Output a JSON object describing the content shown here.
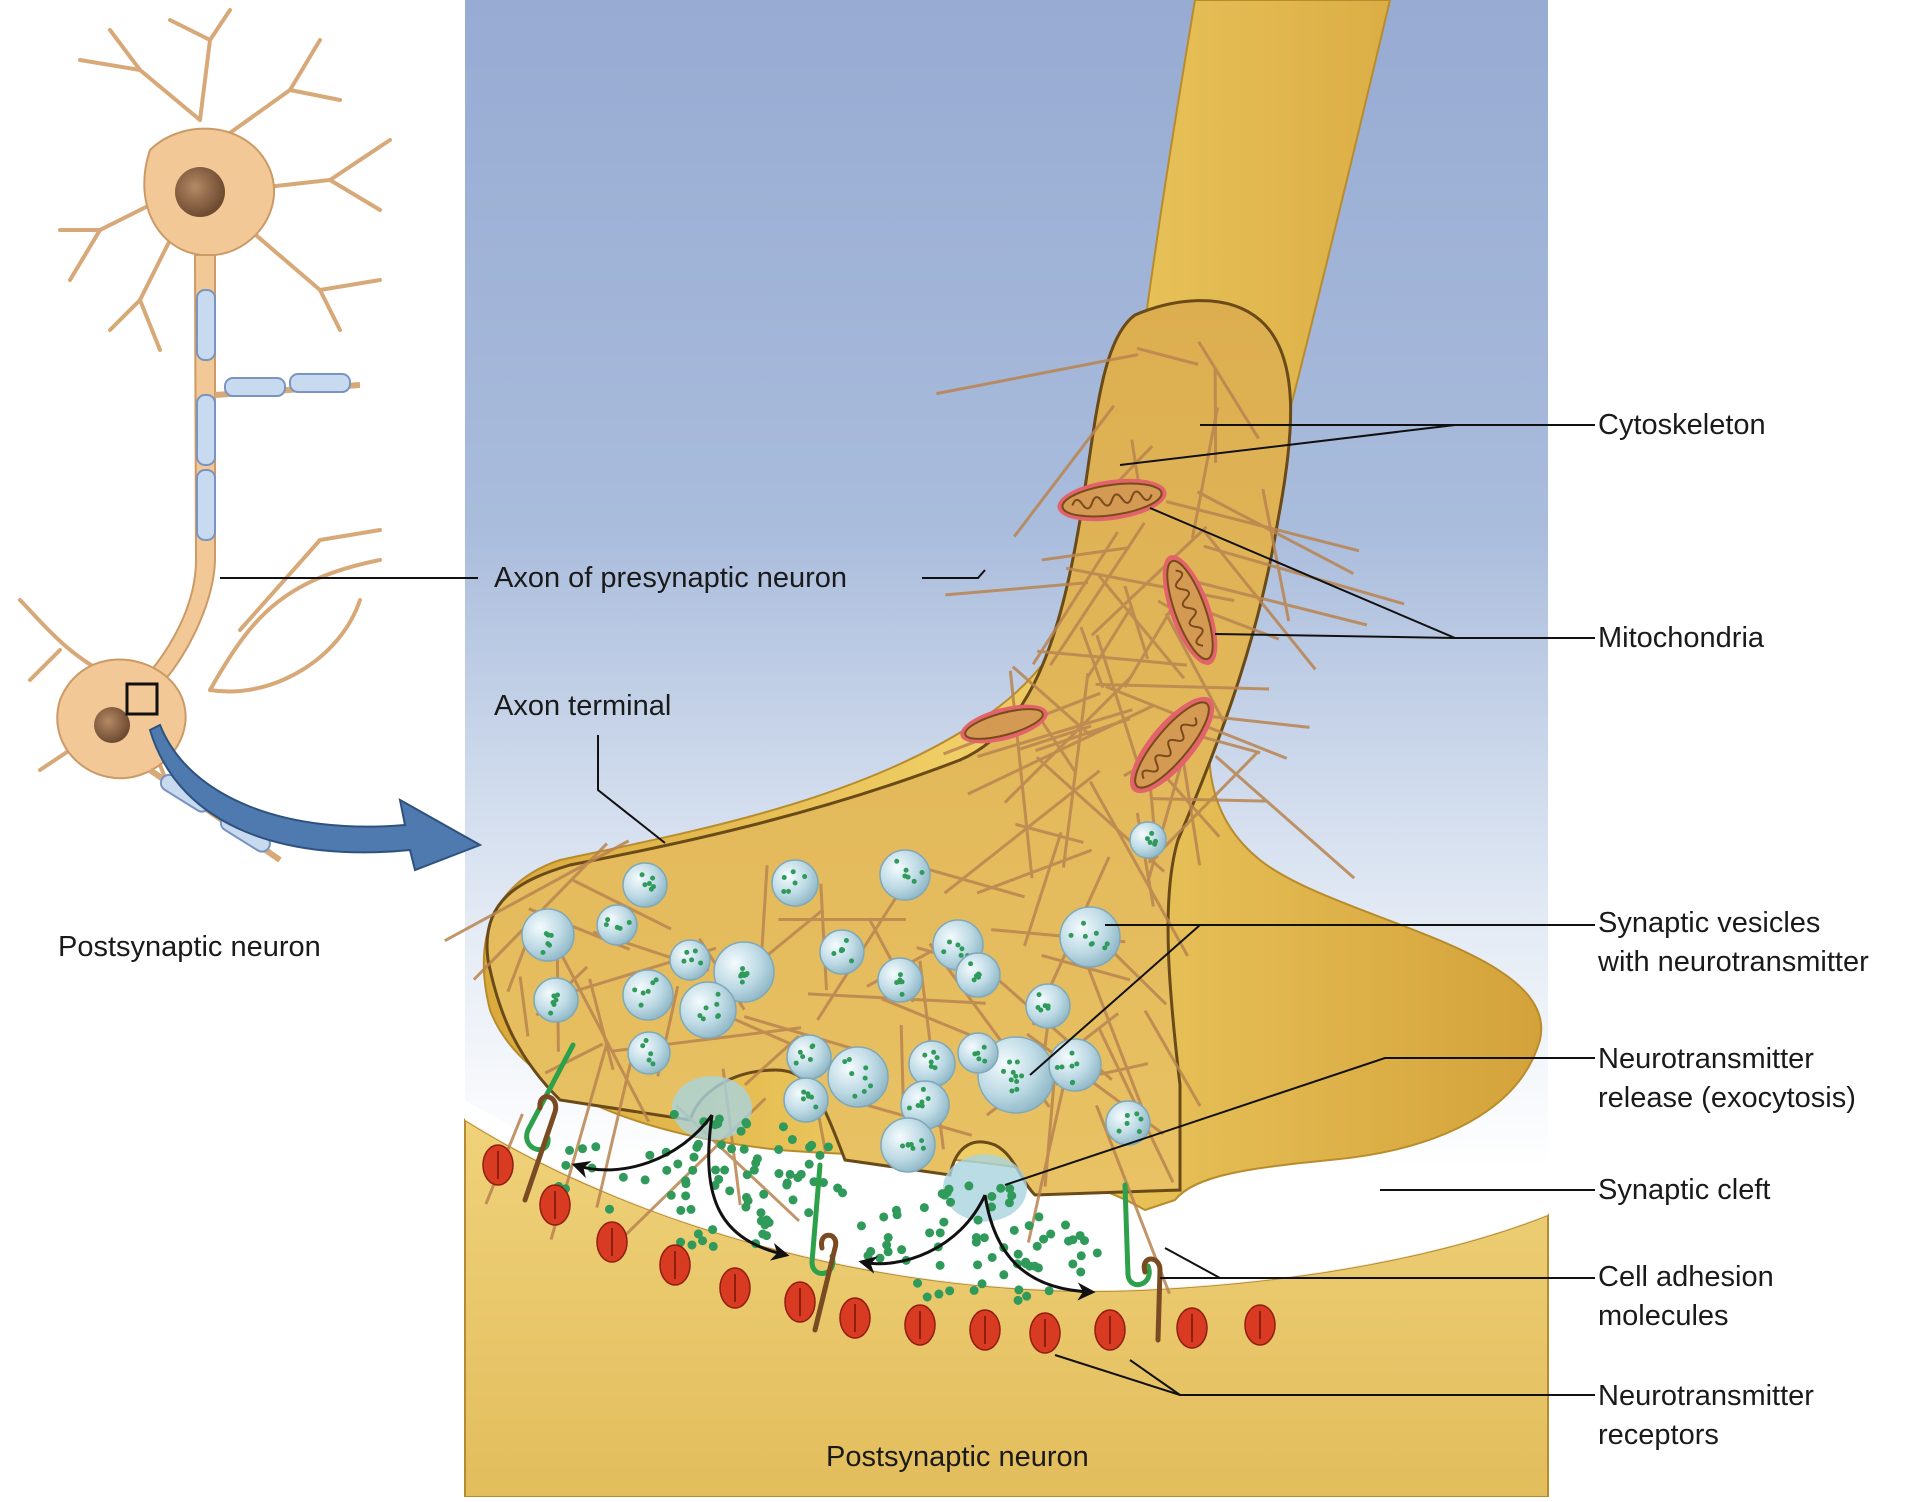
{
  "labels": {
    "cytoskeleton": "Cytoskeleton",
    "mitochondria": "Mitochondria",
    "axon_presynaptic": "Axon of presynaptic neuron",
    "axon_terminal": "Axon terminal",
    "postsynaptic_left": "Postsynaptic neuron",
    "vesicles_line1": "Synaptic vesicles",
    "vesicles_line2": "with neurotransmitter",
    "release_line1": "Neurotransmitter",
    "release_line2": "release (exocytosis)",
    "synaptic_cleft": "Synaptic cleft",
    "adhesion_line1": "Cell adhesion",
    "adhesion_line2": "molecules",
    "receptors_line1": "Neurotransmitter",
    "receptors_line2": "receptors",
    "postsynaptic_bottom": "Postsynaptic neuron"
  },
  "colors": {
    "sky_top": "#9aaed4",
    "sky_bottom": "#ffffff",
    "axon_yellow": "#e8c454",
    "axon_inner": "#e0b24e",
    "postsynaptic": "#e8c86a",
    "neuron_tan": "#f2c896",
    "vesicle": "#bcd9e4",
    "neurotransmitter": "#2f9a5a",
    "receptor": "#d93a22",
    "mitochondria": "#e2646a",
    "adhesion_green": "#2da04a",
    "adhesion_brown": "#7a4a22",
    "arrow_blue": "#4e7ab0"
  }
}
